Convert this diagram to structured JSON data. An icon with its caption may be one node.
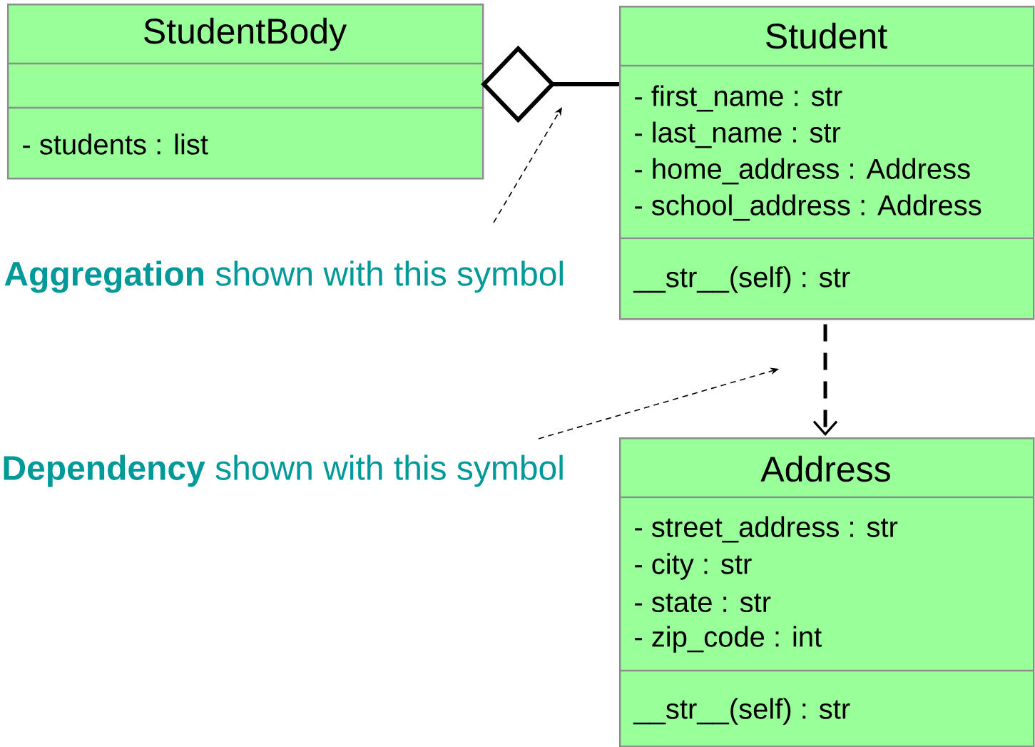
{
  "diagram": {
    "nodes": [
      {
        "text": [
          "StudentBody",
          "- students : list"
        ]
      },
      {
        "text": [
          "Student",
          "- first_name : str",
          "- last_name : str",
          "- home_address : Address",
          "- school_address : Address",
          "__str__(self) : str"
        ]
      },
      {
        "text": [
          "Address",
          "- street_address : str",
          "- city : str",
          "- state : str",
          "- zip_code : int",
          "__str__(self) : str"
        ]
      },
      {
        "text": [
          "**Aggregation** shown with this symbol"
        ]
      },
      {
        "text": [
          "**Dependency** shown with this symbol"
        ]
      }
    ],
    "edges": [
      {
        "from": 0,
        "to": 1,
        "arrow": "other",
        "style": "thick"
      },
      {
        "from": 1,
        "to": 2,
        "arrow": "to",
        "style": "dashed"
      },
      {
        "from": 3,
        "to": null,
        "arrow": "to",
        "style": "dashed"
      },
      {
        "from": 4,
        "to": null,
        "arrow": "to",
        "style": "dashed"
      }
    ]
  }
}
